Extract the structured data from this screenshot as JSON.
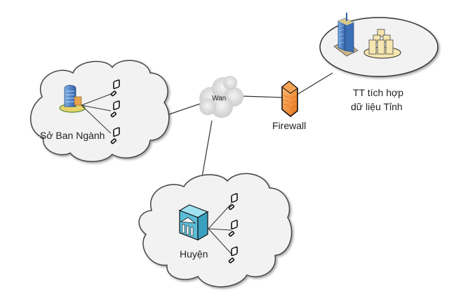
{
  "diagram": {
    "nodes": {
      "so_ban_nganh": {
        "label": "Sở Ban Ngành",
        "icon": "office-building-icon",
        "computers": 3
      },
      "wan": {
        "label": "Wan",
        "icon": "cloud-icon"
      },
      "firewall": {
        "label": "Firewall",
        "icon": "firewall-icon"
      },
      "tt_tich_hop": {
        "label_line1": "TT tích hợp",
        "label_line2": "dữ liệu Tỉnh",
        "icons": [
          "skyscraper-icon",
          "server-cluster-icon"
        ]
      },
      "huyen": {
        "label": "Huyện",
        "icon": "government-building-icon",
        "computers": 3
      }
    },
    "edges": [
      {
        "from": "so_ban_nganh",
        "to": "wan"
      },
      {
        "from": "wan",
        "to": "firewall"
      },
      {
        "from": "firewall",
        "to": "tt_tich_hop"
      },
      {
        "from": "wan",
        "to": "huyen"
      }
    ],
    "colors": {
      "cloud_fill": "#f2f2f2",
      "cloud_stroke": "#444444",
      "firewall": "#f28a2e",
      "building_blue": "#5a8fcf",
      "huyen_box": "#5bbcd6",
      "server_fill": "#f6e7b0"
    }
  }
}
